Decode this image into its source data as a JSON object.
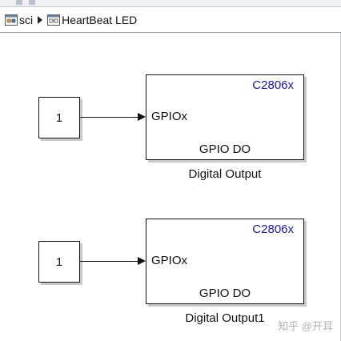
{
  "breadcrumb": {
    "items": [
      {
        "label": "sci",
        "icon": "model-icon"
      },
      {
        "label": "HeartBeat LED",
        "icon": "subsystem-icon"
      }
    ],
    "separator": "triangle-right"
  },
  "blocks": [
    {
      "constant_value": "1",
      "gpio_chip": "C2806x",
      "gpio_port": "GPIOx",
      "gpio_type": "GPIO DO",
      "name": "Digital Output"
    },
    {
      "constant_value": "1",
      "gpio_chip": "C2806x",
      "gpio_port": "GPIOx",
      "gpio_type": "GPIO DO",
      "name": "Digital Output1"
    }
  ],
  "watermark": "知乎 @开耳",
  "colors": {
    "chip_label": "#1a1aa6",
    "block_border": "#111111",
    "canvas": "#ffffff"
  }
}
